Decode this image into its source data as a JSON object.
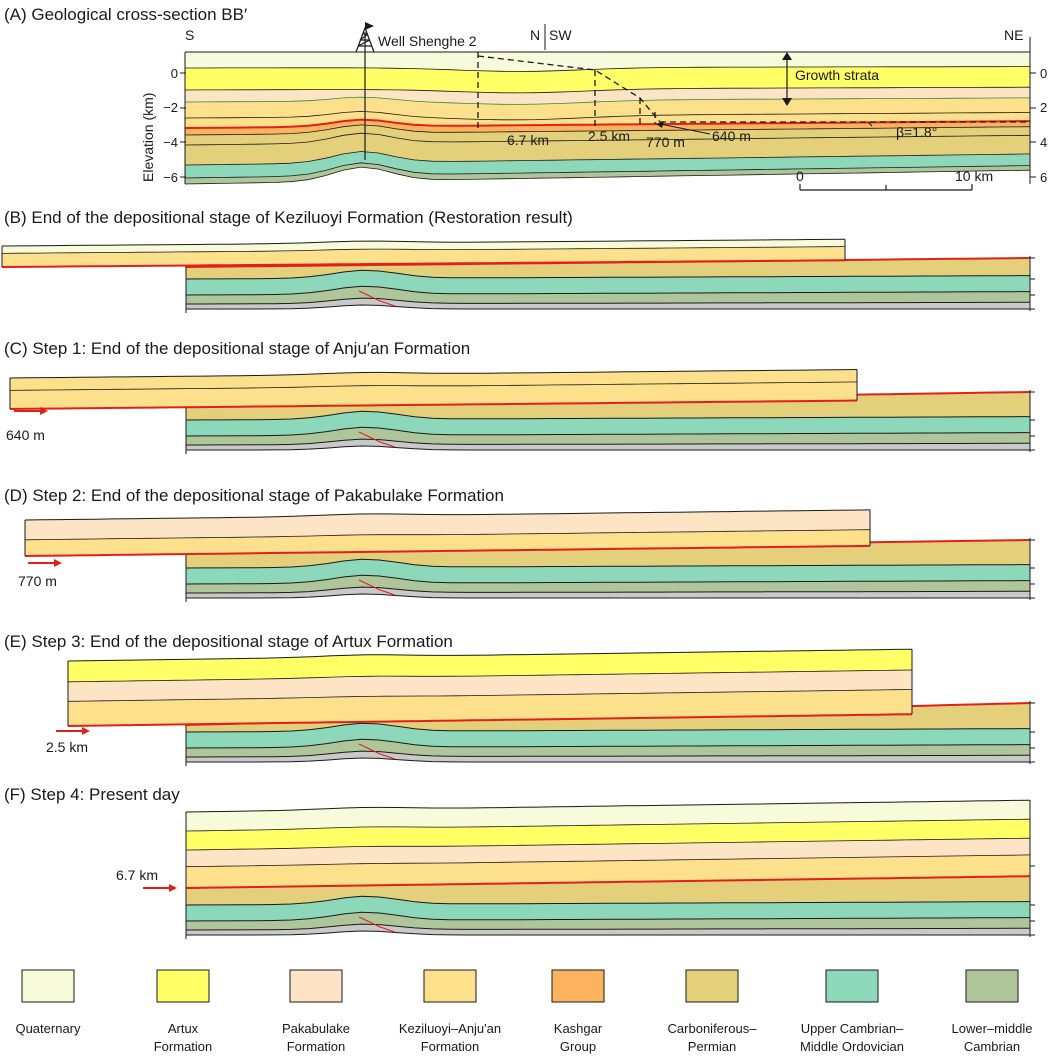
{
  "panels": {
    "a": {
      "title": "(A) Geological cross-section BB′"
    },
    "b": {
      "title": "(B) End of the depositional stage of Keziluoyi Formation (Restoration result)"
    },
    "c": {
      "title": "(C) Step 1: End of the depositional stage of Anju′an Formation",
      "shift": "640 m"
    },
    "d": {
      "title": "(D) Step 2: End of the depositional stage of Pakabulake Formation",
      "shift": "770 m"
    },
    "e": {
      "title": "(E) Step 3: End of the depositional stage of Artux Formation",
      "shift": "2.5 km"
    },
    "f": {
      "title": "(F) Step 4: Present day",
      "shift": "6.7 km"
    }
  },
  "section": {
    "left_end": "S",
    "right_end": "NE",
    "bend": "N",
    "bend_right": "SW",
    "well": "Well Shenghe 2",
    "y_axis_label": "Elevation (km)",
    "left_ticks": [
      "0",
      "−2",
      "−4",
      "−6"
    ],
    "right_ticks": [
      "0",
      "2",
      "4",
      "6"
    ],
    "growth_label": "Growth strata",
    "dist_labels": [
      "6.7 km",
      "2.5 km",
      "770 m",
      "640 m"
    ],
    "beta": "β=1.8°",
    "scale": {
      "start": "0",
      "end": "10 km"
    }
  },
  "legend": [
    {
      "name": "Quaternary",
      "color": "#f7fbd9",
      "lines": [
        "Quaternary"
      ]
    },
    {
      "name": "Artux Formation",
      "color": "#ffff66",
      "lines": [
        "Artux",
        "Formation"
      ]
    },
    {
      "name": "Pakabulake Formation",
      "color": "#fde4c4",
      "lines": [
        "Pakabulake",
        "Formation"
      ]
    },
    {
      "name": "Keziluoyi–Anju'an Formation",
      "color": "#fde08c",
      "lines": [
        "Keziluoyi–Anju'an",
        "Formation"
      ]
    },
    {
      "name": "Kashgar Group",
      "color": "#fbb35f",
      "lines": [
        "Kashgar",
        "Group"
      ]
    },
    {
      "name": "Carboniferous–Permian",
      "color": "#e4d07a",
      "lines": [
        "Carboniferous–",
        "Permian"
      ]
    },
    {
      "name": "Upper Cambrian–Middle Ordovician",
      "color": "#8dd8bb",
      "lines": [
        "Upper Cambrian–",
        "Middle Ordovician"
      ]
    },
    {
      "name": "Lower–middle Cambrian",
      "color": "#aec69a",
      "lines": [
        "Lower–middle",
        "Cambrian"
      ]
    }
  ],
  "colors": {
    "thrust": "#e0201a",
    "green_horizon": "#2e8b3a",
    "outline": "#1a1a1a"
  }
}
